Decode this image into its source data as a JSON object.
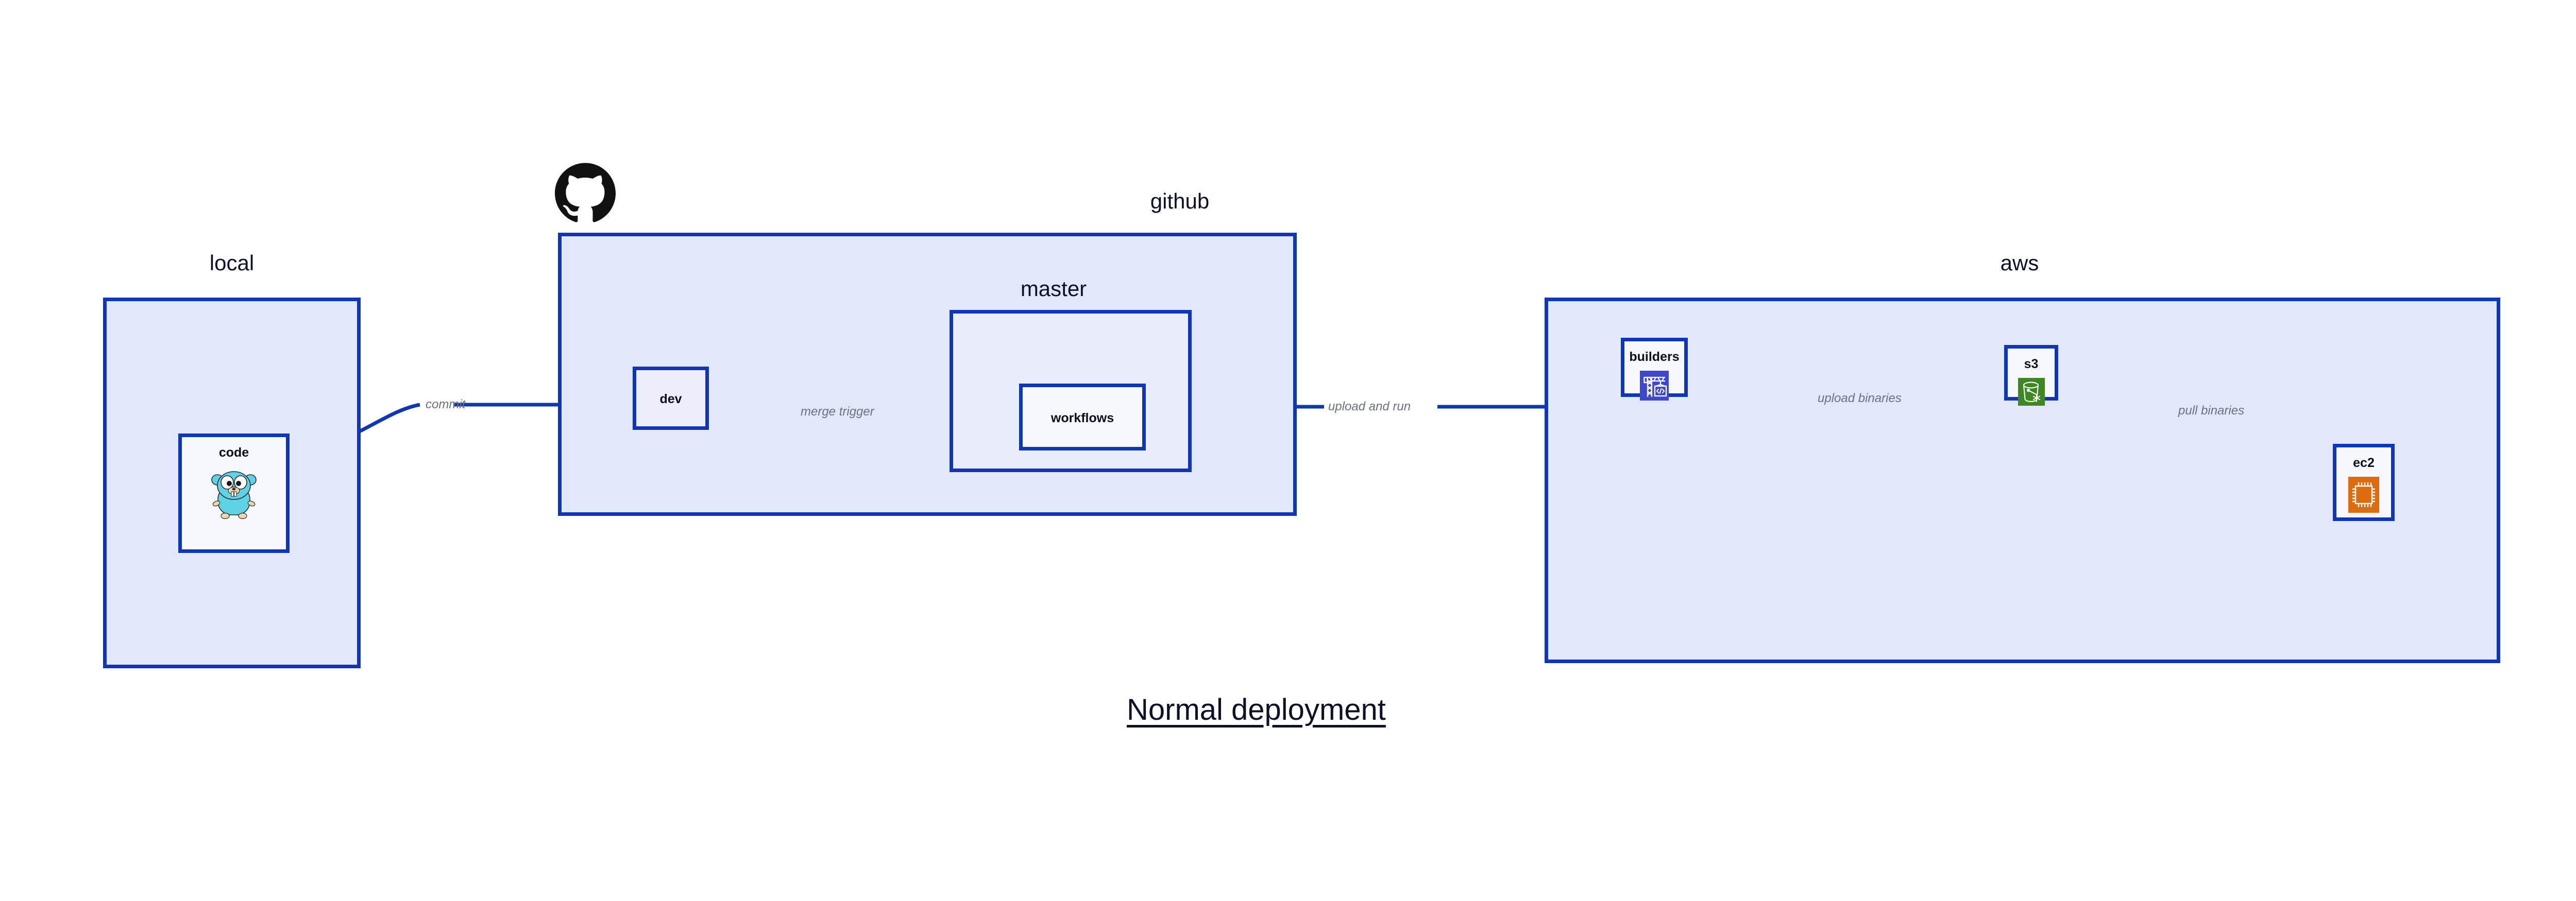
{
  "diagram": {
    "title": "Normal deployment",
    "colors": {
      "border": "#1136b4",
      "group_fill": "#e2e7fa",
      "subgroup_fill": "#e9edfb",
      "leaf_fill": "#f6f8fd",
      "edge_stroke": "#1136b4",
      "edge_label_text": "#6b7280",
      "title_text": "#0d1126",
      "codebuild_icon_bg": "#3f48cc",
      "s3_icon_bg": "#3f8624",
      "ec2_icon_bg": "#dd6b10",
      "gopher_body": "#5fd3e4",
      "github_logo": "#111111"
    },
    "groups": [
      {
        "id": "local",
        "label": "local"
      },
      {
        "id": "github",
        "label": "github"
      },
      {
        "id": "master",
        "label": "master"
      },
      {
        "id": "aws",
        "label": "aws"
      }
    ],
    "nodes": [
      {
        "id": "code",
        "label": "code",
        "icon": "go-gopher-icon"
      },
      {
        "id": "dev",
        "label": "dev",
        "icon": null
      },
      {
        "id": "workflows",
        "label": "workflows",
        "icon": null
      },
      {
        "id": "builders",
        "label": "builders",
        "icon": "aws-codebuild-icon"
      },
      {
        "id": "s3",
        "label": "s3",
        "icon": "aws-s3-icon"
      },
      {
        "id": "ec2",
        "label": "ec2",
        "icon": "aws-ec2-icon"
      }
    ],
    "edges": [
      {
        "id": "commit",
        "from": "code",
        "to": "dev",
        "label": "commit"
      },
      {
        "id": "merge-trigger",
        "from": "dev",
        "to": "workflows",
        "label": "merge trigger"
      },
      {
        "id": "upload-and-run",
        "from": "workflows",
        "to": "builders",
        "label": "upload and run"
      },
      {
        "id": "upload-binaries",
        "from": "builders",
        "to": "s3",
        "label": "upload binaries"
      },
      {
        "id": "pull-binaries",
        "from": "s3",
        "to": "ec2",
        "label": "pull binaries"
      }
    ],
    "logos": [
      {
        "id": "github-logo",
        "name": "github-octocat-logo"
      }
    ]
  }
}
